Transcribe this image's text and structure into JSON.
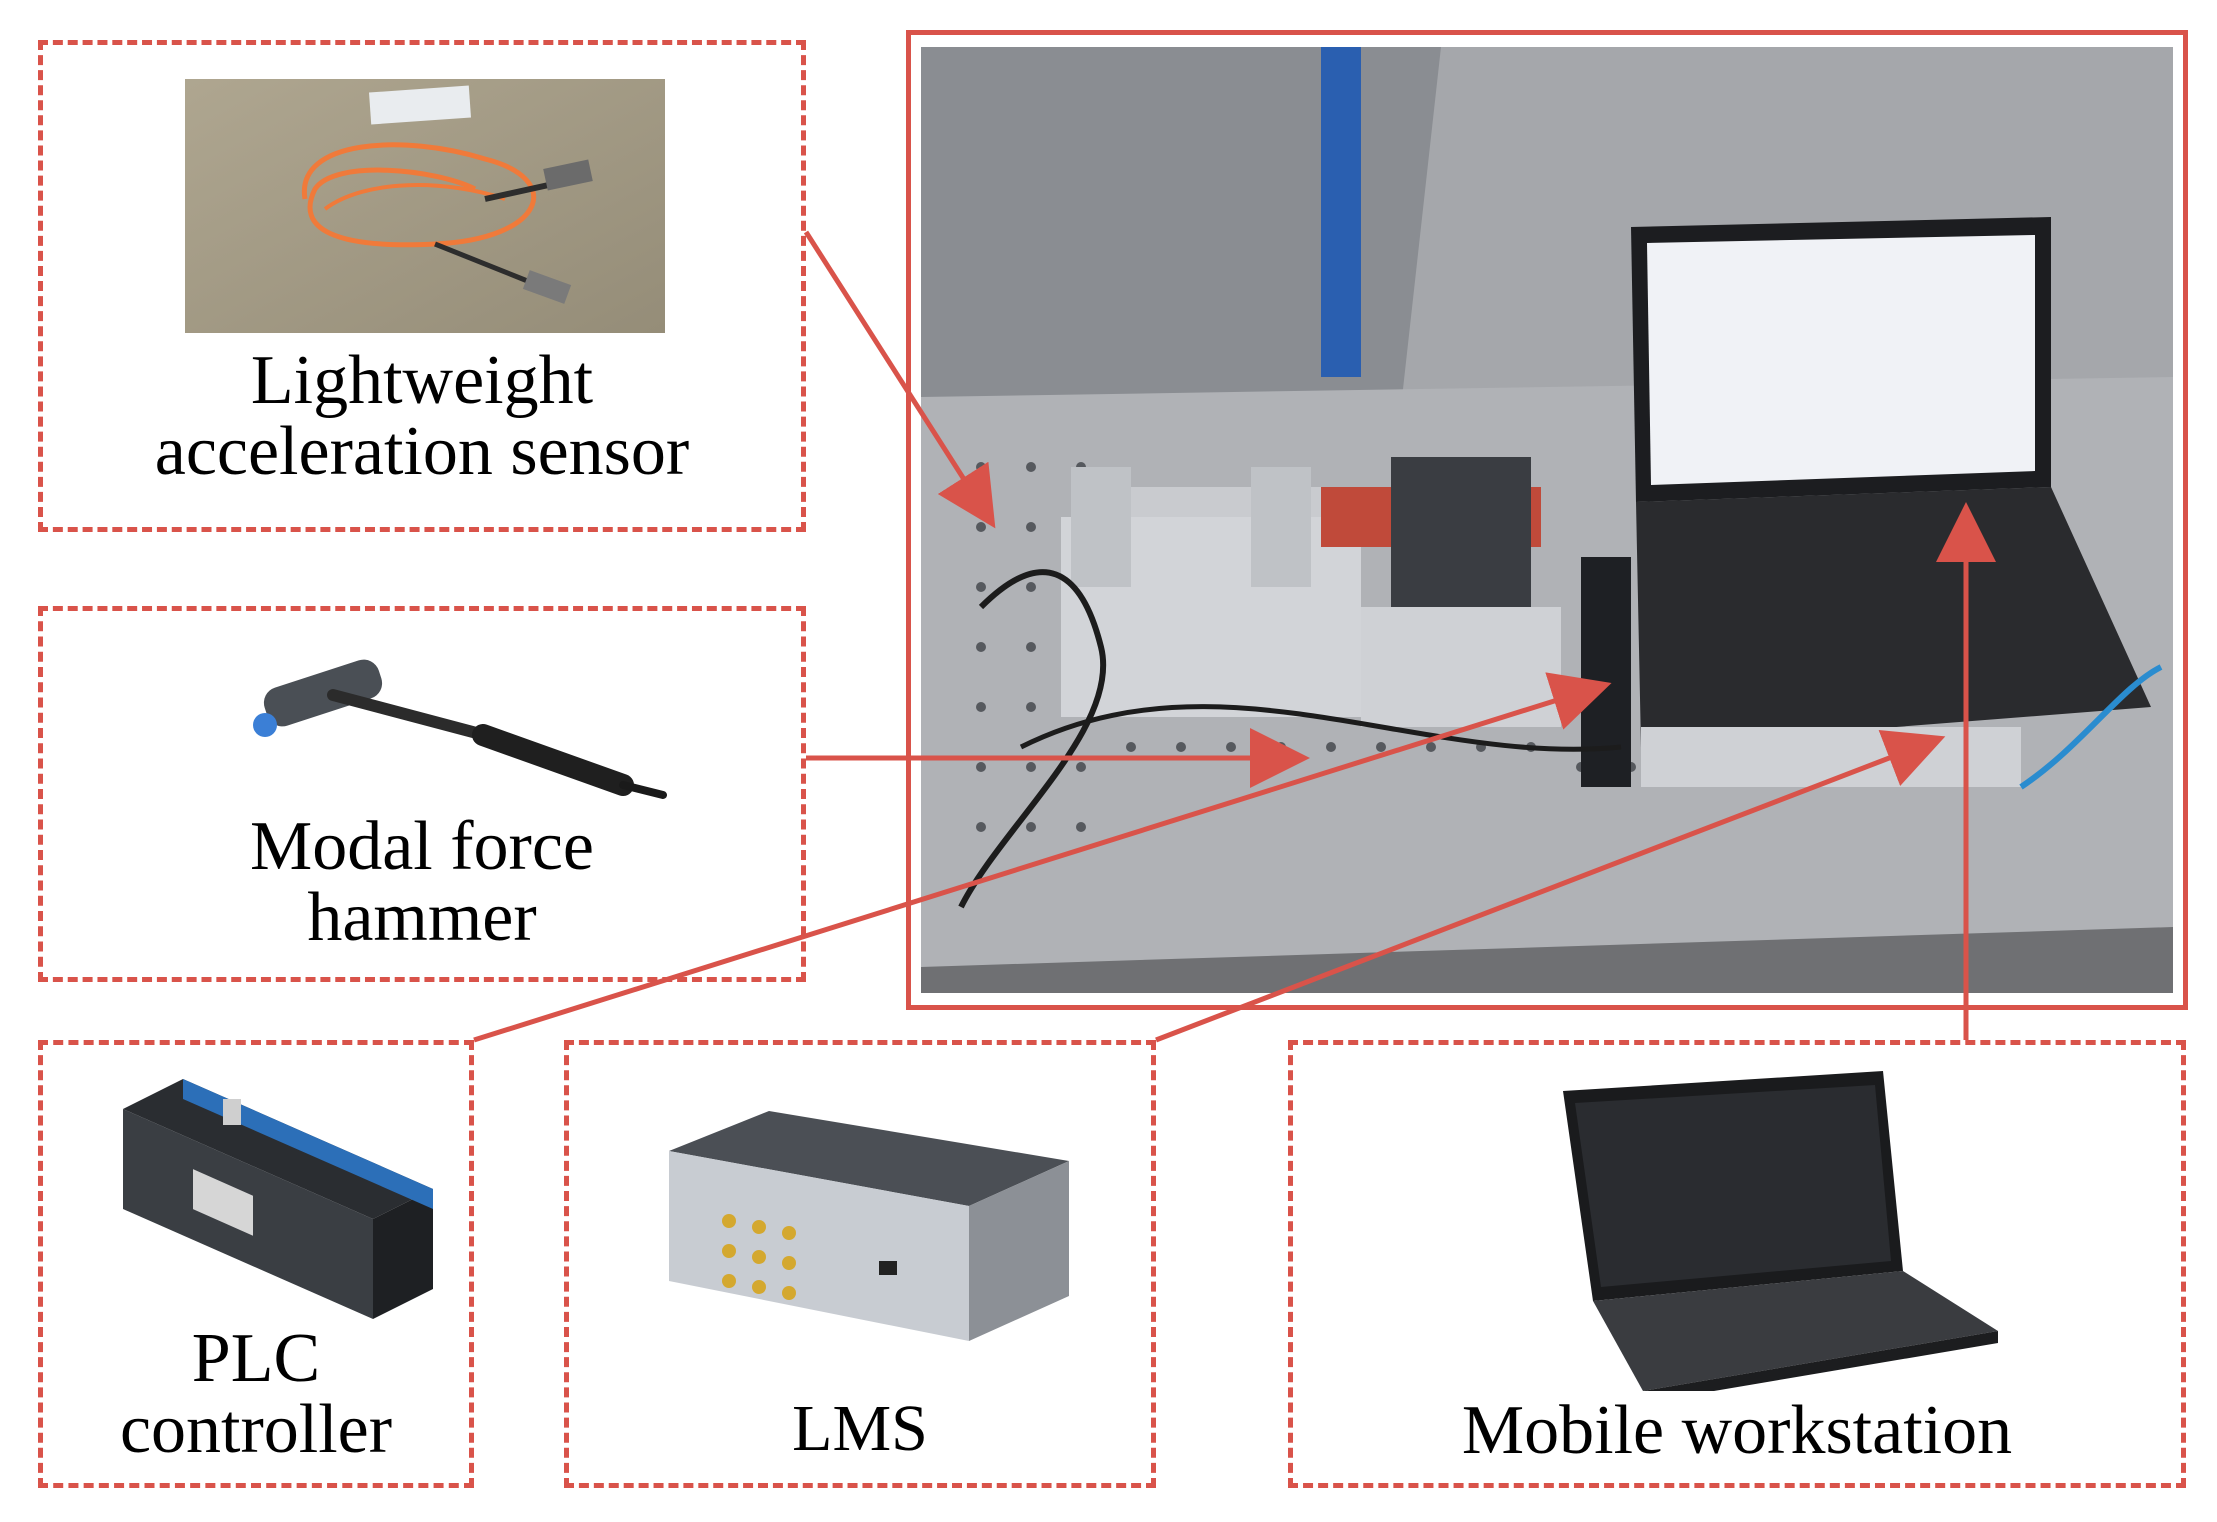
{
  "colors": {
    "accent": "#d9534a"
  },
  "components": {
    "accel": {
      "lines": [
        "Lightweight",
        "acceleration sensor"
      ],
      "icon": "acceleration-sensor-icon"
    },
    "hammer": {
      "lines": [
        "Modal force",
        "hammer"
      ],
      "icon": "force-hammer-icon"
    },
    "plc": {
      "lines": [
        "PLC",
        "controller"
      ],
      "icon": "plc-controller-icon"
    },
    "lms": {
      "lines": [
        "LMS"
      ],
      "icon": "lms-acquisition-unit-icon"
    },
    "workstation": {
      "lines": [
        "Mobile workstation"
      ],
      "icon": "laptop-icon"
    }
  }
}
